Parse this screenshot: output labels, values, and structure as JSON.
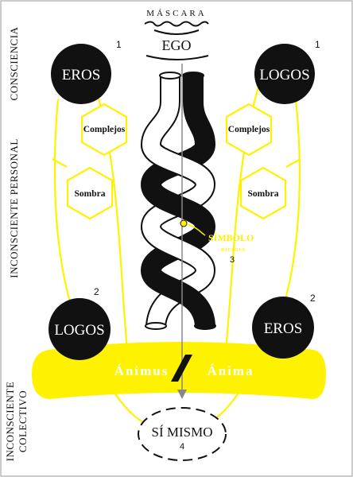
{
  "levels": {
    "conscious": "CONSCIENCIA",
    "personal": "INCONSCIENTE PERSONAL",
    "collective_line1": "INCONSCIENTE",
    "collective_line2": "COLECTIVO"
  },
  "mask": {
    "label": "MÁSCARA"
  },
  "ego": {
    "label": "EGO"
  },
  "top_left": {
    "label": "EROS",
    "number": "1"
  },
  "top_right": {
    "label": "LOGOS",
    "number": "1"
  },
  "bottom_left": {
    "label": "LOGOS",
    "number": "2"
  },
  "bottom_right": {
    "label": "EROS",
    "number": "2"
  },
  "hexagons": {
    "left_complexes": "Complejos",
    "left_shadow": "Sombra",
    "right_complexes": "Complejos",
    "right_shadow": "Sombra"
  },
  "symbol": {
    "label": "SÍMBOLO",
    "sublabel": "BICIGIA",
    "number": "3"
  },
  "animus_anima": {
    "left": "Ánimus",
    "right": "Ánima"
  },
  "self": {
    "label": "SÍ MISMO",
    "number": "4"
  },
  "colors": {
    "yellow": "#FFF200",
    "black": "#111111",
    "white": "#FFFFFF"
  }
}
